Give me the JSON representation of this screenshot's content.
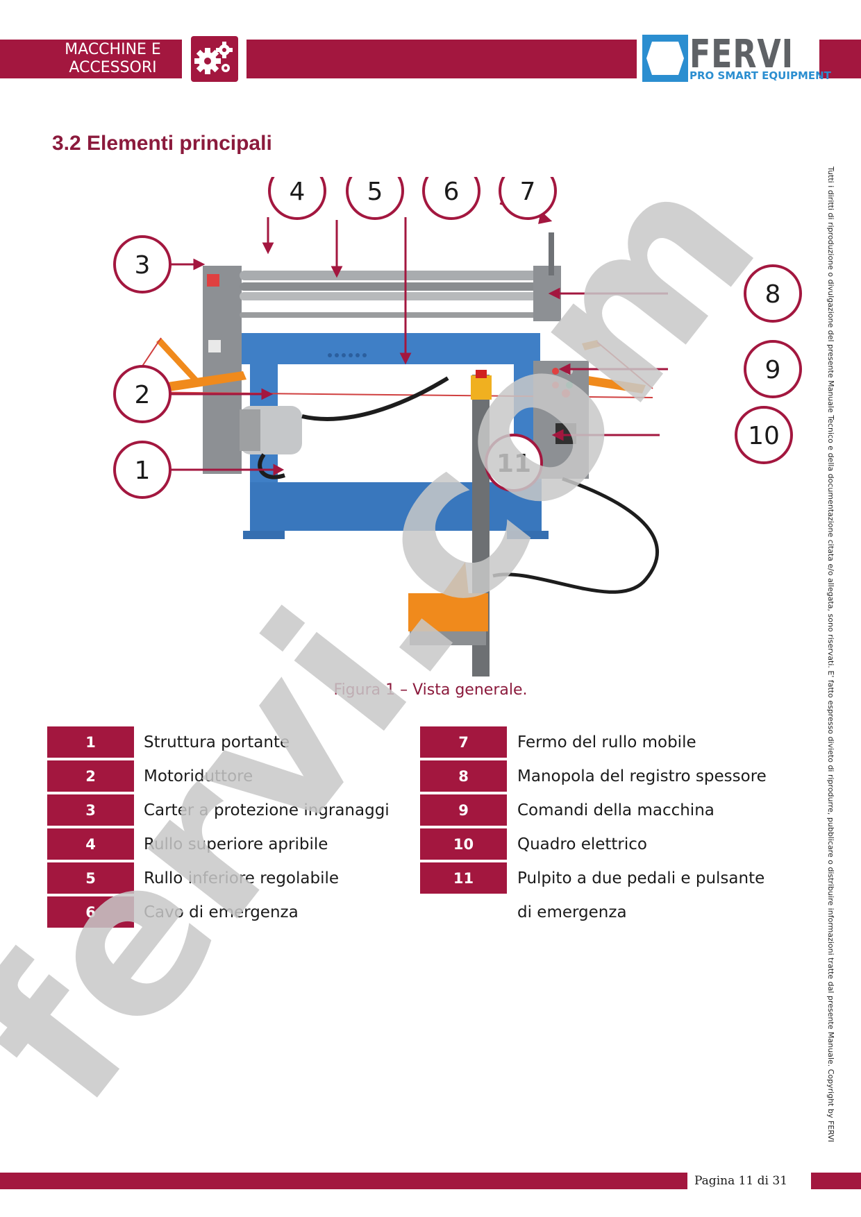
{
  "header": {
    "category_line1": "MACCHINE E",
    "category_line2": "ACCESSORI",
    "logo_text": "FERVI",
    "logo_subtitle": "PRO SMART EQUIPMENT"
  },
  "section_title": "3.2 Elementi principali",
  "figure": {
    "callouts": [
      "1",
      "2",
      "3",
      "4",
      "5",
      "6",
      "7",
      "8",
      "9",
      "10",
      "11"
    ],
    "caption": "Figura 1 – Vista generale."
  },
  "legend_left": [
    {
      "num": "1",
      "text": "Struttura portante"
    },
    {
      "num": "2",
      "text": "Motoriduttore"
    },
    {
      "num": "3",
      "text": "Carter a protezione ingranaggi"
    },
    {
      "num": "4",
      "text": "Rullo superiore apribile"
    },
    {
      "num": "5",
      "text": "Rullo inferiore regolabile"
    },
    {
      "num": "6",
      "text": "Cavo di emergenza"
    }
  ],
  "legend_right": [
    {
      "num": "7",
      "text": "Fermo del rullo mobile"
    },
    {
      "num": "8",
      "text": "Manopola del registro spessore"
    },
    {
      "num": "9",
      "text": "Comandi della macchina"
    },
    {
      "num": "10",
      "text": "Quadro elettrico"
    },
    {
      "num": "11",
      "text": "Pulpito a due pedali e pulsante"
    }
  ],
  "legend_right_continuation": "di emergenza",
  "side_note": "Tutti i diritti di riproduzione o divulgazione del presente Manuale Tecnico e della documentazione citata e/o allegata, sono riservati. E' fatto espresso divieto di riprodurre, pubblicare o distribuire informazioni tratte dal presente Manuale. Copyright by FERVI",
  "watermark": "fervi.com",
  "footer": {
    "page_label": "Pagina 11 di 31"
  },
  "colors": {
    "brand": "#a3173f",
    "title": "#8b1a3c",
    "machine_blue": "#3f7fc6",
    "orange": "#f08a1c",
    "watermark_gray": "#c8c8c8"
  }
}
